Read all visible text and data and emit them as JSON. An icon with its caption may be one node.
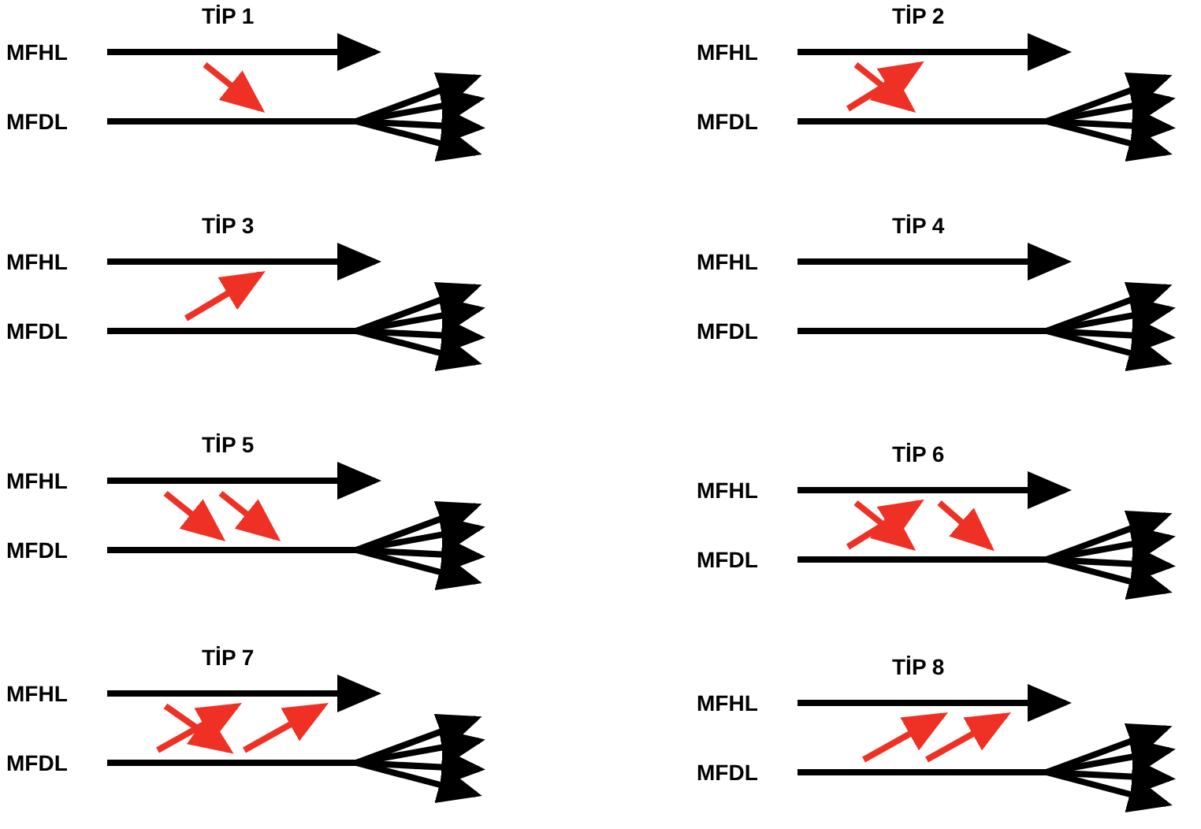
{
  "diagram": {
    "nodes": [
      {
        "text": [
          "MFHL"
        ]
      },
      {
        "text": [
          "MFDL"
        ]
      },
      {
        "text": [
          "MFHL"
        ]
      },
      {
        "text": [
          "MFDL"
        ]
      },
      {
        "text": [
          "MFHL"
        ]
      },
      {
        "text": [
          "MFDL"
        ]
      },
      {
        "text": [
          "MFHL"
        ]
      },
      {
        "text": [
          "MFDL"
        ]
      },
      {
        "text": [
          "MFHL"
        ]
      },
      {
        "text": [
          "MFDL"
        ]
      },
      {
        "text": [
          "MFHL"
        ]
      },
      {
        "text": [
          "MFDL"
        ]
      },
      {
        "text": [
          "MFHL"
        ]
      },
      {
        "text": [
          "MFDL"
        ]
      },
      {
        "text": [
          "MFHL"
        ]
      },
      {
        "text": [
          "MFDL"
        ]
      }
    ],
    "edges": [
      {
        "from": 0,
        "to": 1,
        "arrow": "to"
      },
      {
        "from": 2,
        "to": 3,
        "arrow": "to"
      },
      {
        "from": 3,
        "to": 2,
        "arrow": "to"
      },
      {
        "from": 5,
        "to": 4,
        "arrow": "to"
      },
      {
        "from": 8,
        "to": 9,
        "arrow": "to"
      },
      {
        "from": 8,
        "to": 9,
        "arrow": "to"
      },
      {
        "from": 10,
        "to": 11,
        "arrow": "to"
      },
      {
        "from": 11,
        "to": 10,
        "arrow": "to"
      },
      {
        "from": 10,
        "to": 11,
        "arrow": "to"
      },
      {
        "from": 12,
        "to": 13,
        "arrow": "to"
      },
      {
        "from": 13,
        "to": 12,
        "arrow": "to"
      },
      {
        "from": 13,
        "to": 12,
        "arrow": "to"
      },
      {
        "from": 15,
        "to": 14,
        "arrow": "to"
      },
      {
        "from": 15,
        "to": 14,
        "arrow": "to"
      }
    ],
    "labels": [
      "TİP 1",
      "TİP 2",
      "TİP 3",
      "TİP 4",
      "TİP 5",
      "TİP 6",
      "TİP 7",
      "TİP 8"
    ]
  }
}
